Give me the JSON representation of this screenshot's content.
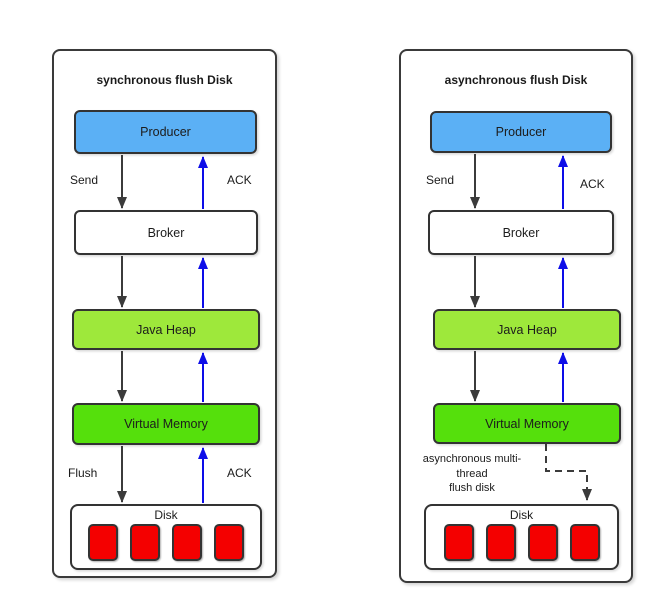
{
  "colors": {
    "producer_fill": "#5BB0F5",
    "java_heap_fill": "#9EE83B",
    "virtual_memory_fill": "#55E00C",
    "disk_cell_fill": "#F40000",
    "box_border": "#333333",
    "flow_arrow": "#3B3B3B",
    "ack_arrow": "#0D0DE8"
  },
  "panels": [
    {
      "title": "synchronous flush Disk",
      "nodes": {
        "producer": "Producer",
        "broker": "Broker",
        "java_heap": "Java Heap",
        "virtual_memory": "Virtual Memory",
        "disk": "Disk"
      },
      "labels": {
        "send": "Send",
        "ack_top": "ACK",
        "flush": "Flush",
        "ack_bottom": "ACK"
      }
    },
    {
      "title": "asynchronous flush Disk",
      "nodes": {
        "producer": "Producer",
        "broker": "Broker",
        "java_heap": "Java Heap",
        "virtual_memory": "Virtual Memory",
        "disk": "Disk"
      },
      "labels": {
        "send": "Send",
        "ack_top": "ACK",
        "async_note_lines": [
          "asynchronous multi-",
          "thread",
          "flush disk"
        ]
      }
    }
  ]
}
